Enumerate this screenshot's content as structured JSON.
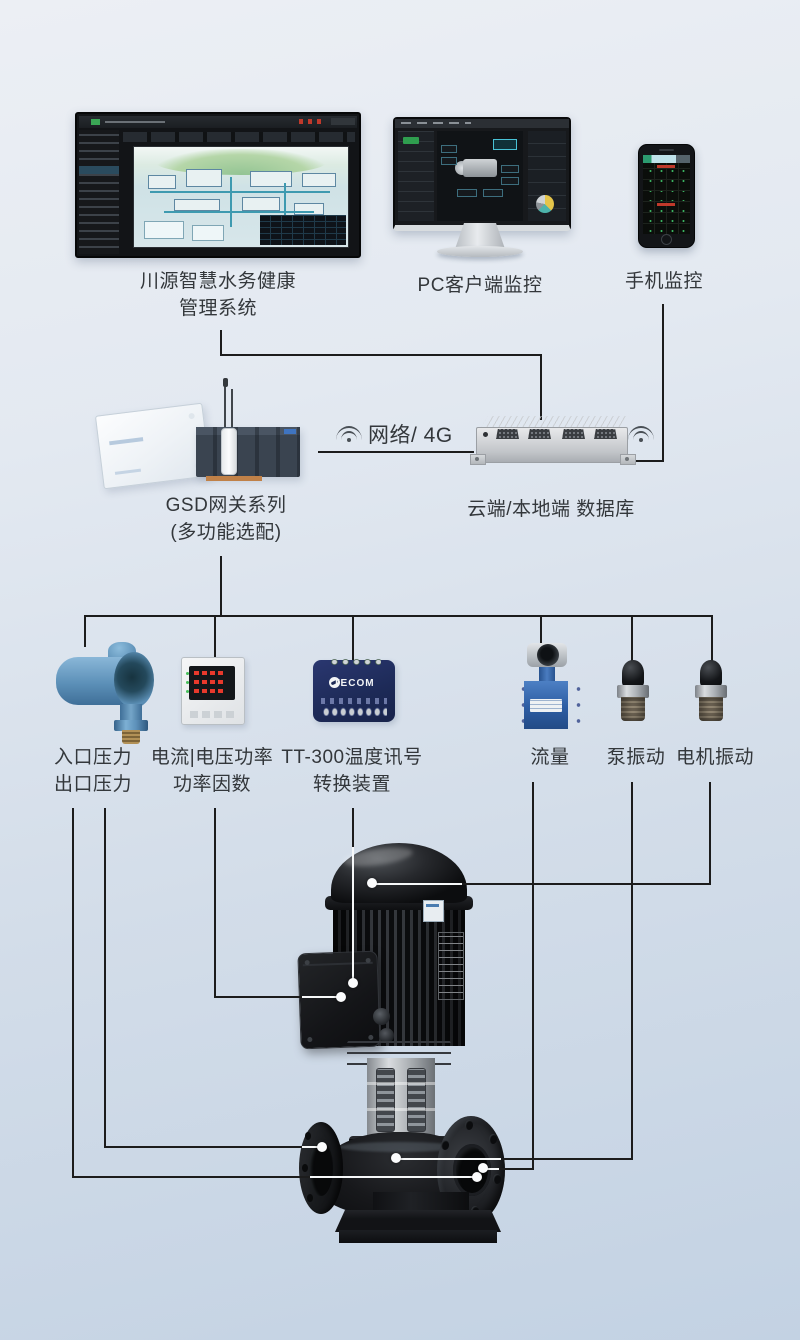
{
  "top": {
    "scada_label_1": "川源智慧水务健康",
    "scada_label_2": "管理系统",
    "pc_label": "PC客户端监控",
    "phone_label": "手机监控"
  },
  "middle": {
    "gateway_label_1": "GSD网关系列",
    "gateway_label_2": "(多功能选配)",
    "network_label": "网络/ 4G",
    "database_label": "云端/本地端 数据库"
  },
  "sensors": {
    "pressure_line1": "入口压力",
    "pressure_line2": "出口压力",
    "power_line1": "电流|电压功率",
    "power_line2": "功率因数",
    "temp_line1": "TT-300温度讯号",
    "temp_line2": "转换装置",
    "flow": "流量",
    "pump_vibration": "泵振动",
    "motor_vibration": "电机振动"
  },
  "device_text": {
    "tecom_logo": "TECOM"
  },
  "colors": {
    "wire": "#1c1c1c",
    "text": "#33373b",
    "background_top": "#eceff4",
    "background_bottom": "#c3d2e3"
  }
}
